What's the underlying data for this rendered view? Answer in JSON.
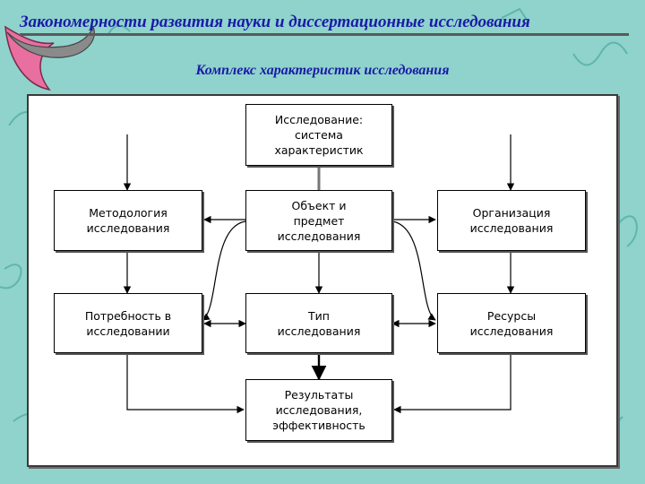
{
  "slide": {
    "title": "Закономерности развития науки и диссертационные исследования",
    "subtitle": "Комплекс характеристик исследования"
  },
  "diagram": {
    "nodes": {
      "system": "Исследование:\nсистема\nхарактеристик",
      "methodology": "Методология\nисследования",
      "object": "Объект и\nпредмет\nисследования",
      "organization": "Организация\nисследования",
      "need": "Потребность в\nисследовании",
      "type": "Тип\nисследования",
      "resources": "Ресурсы\nисследования",
      "results": "Результаты\nисследования,\nэффективность"
    }
  },
  "colors": {
    "background": "#8fd3cc",
    "title_text": "#1a1aa8",
    "decoration": "#4aa89e",
    "logo_accent": "#e86fa0"
  }
}
